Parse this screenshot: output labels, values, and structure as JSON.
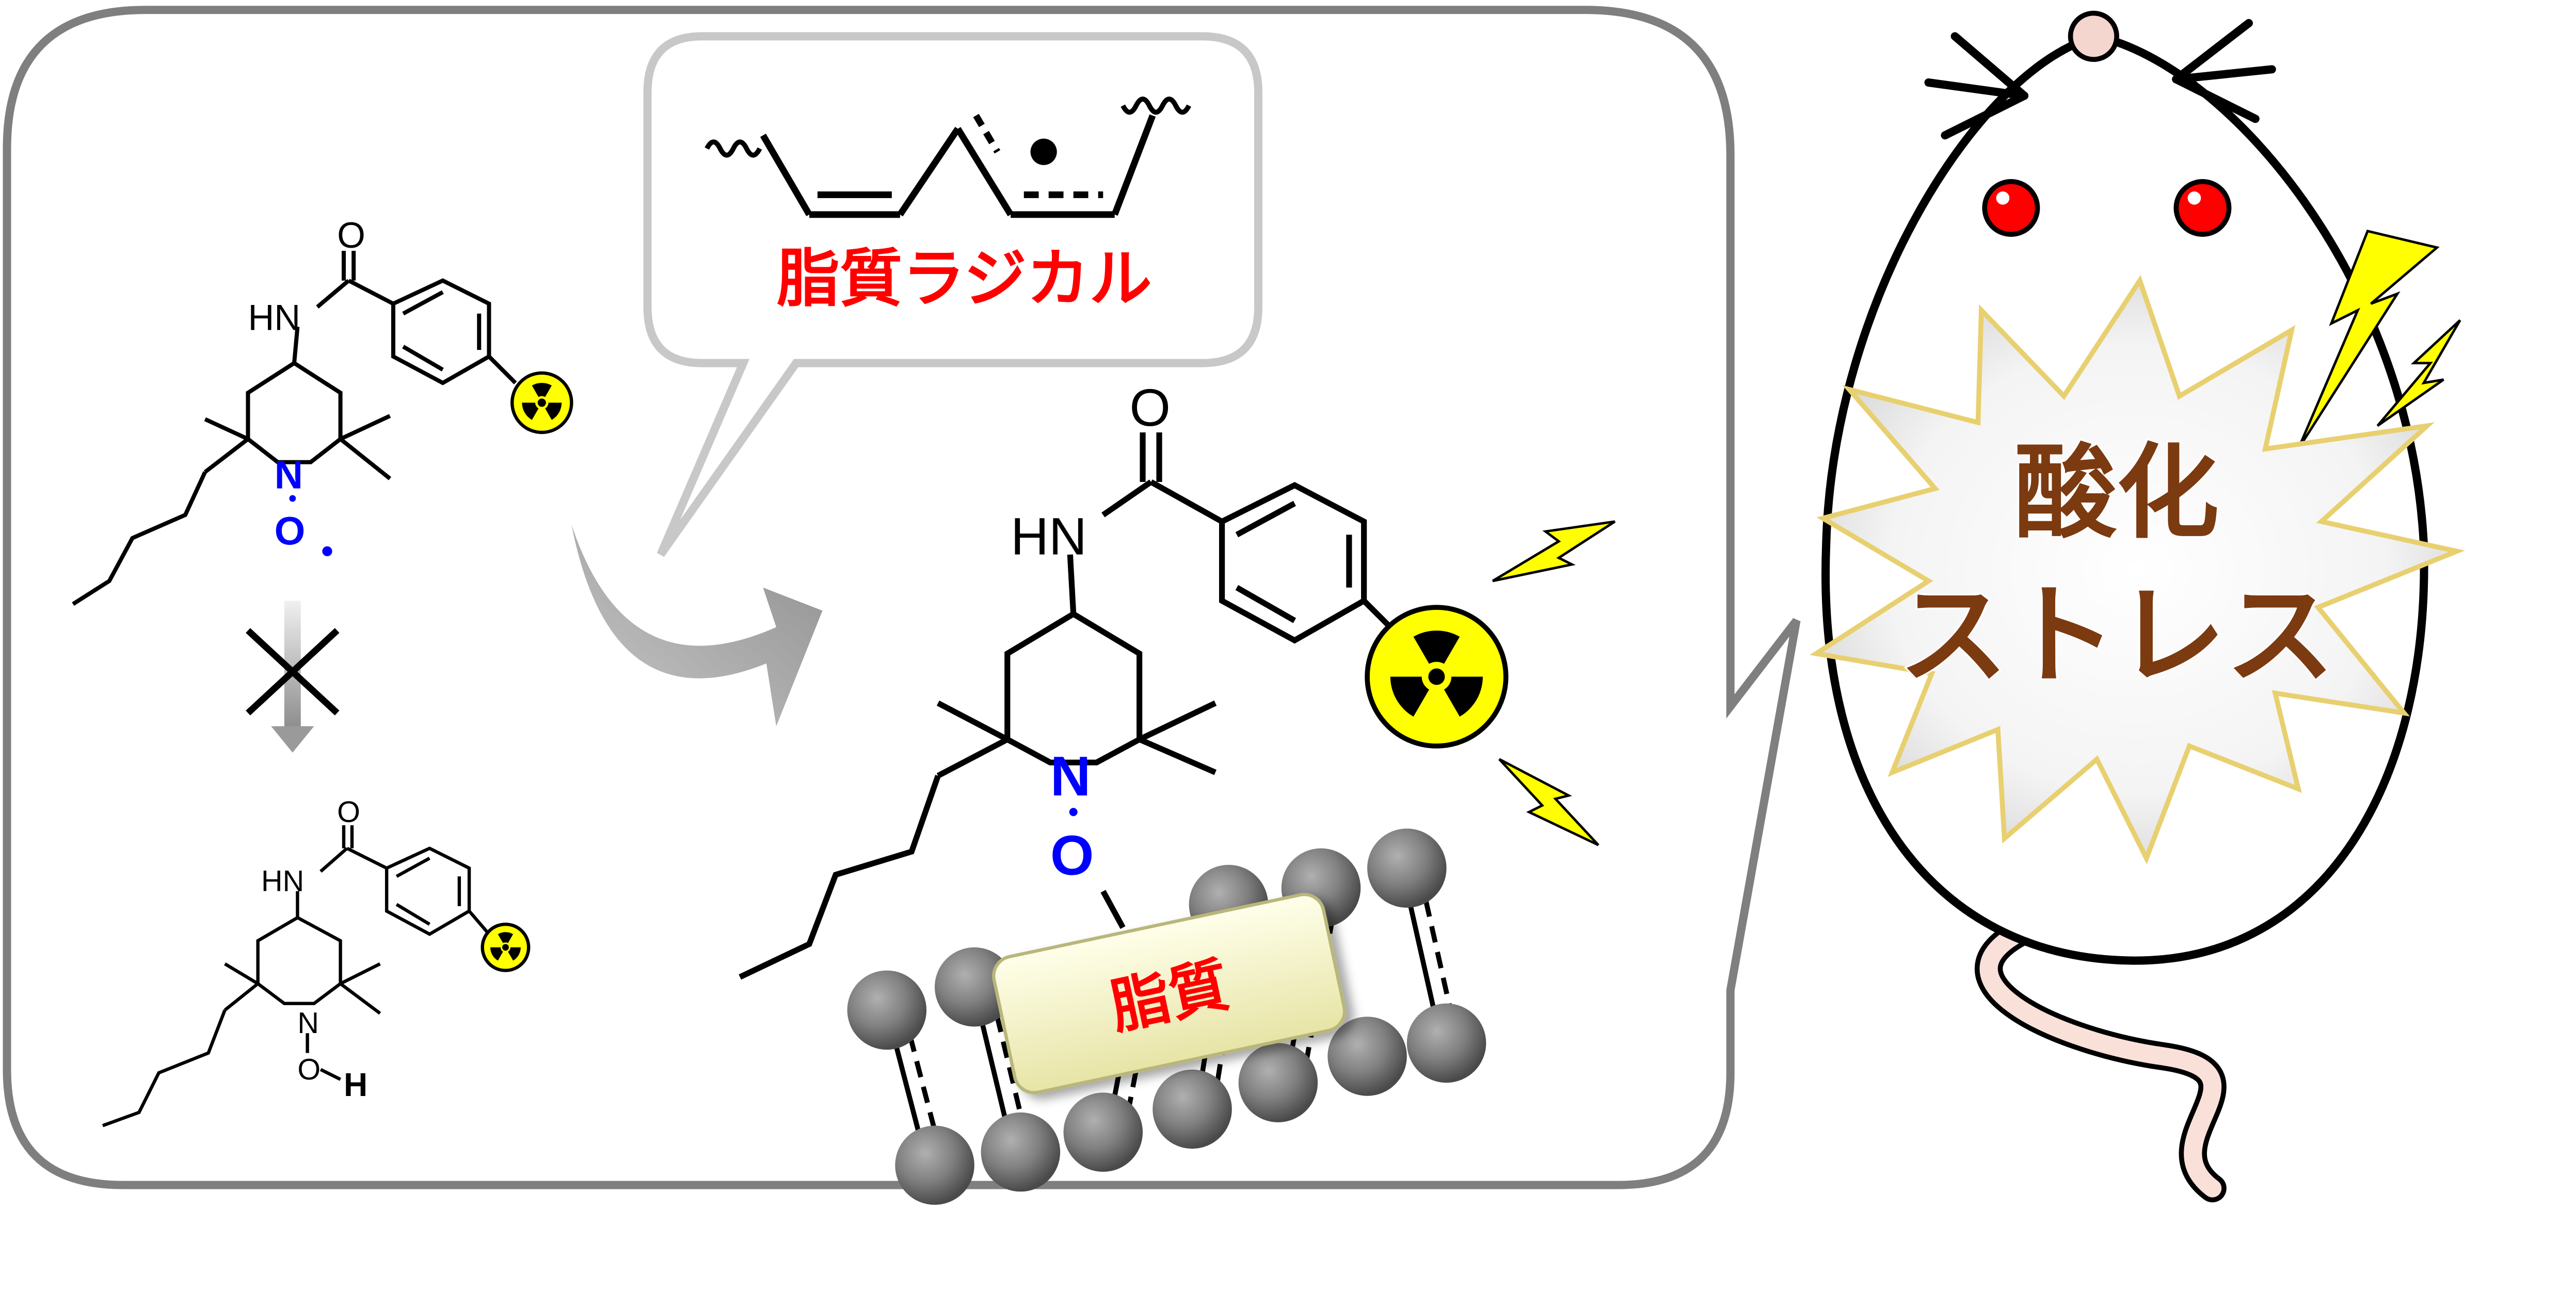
{
  "labels": {
    "lipid_radical": "脂質ラジカル",
    "lipid": "脂質",
    "oxidative_stress_line1": "酸化",
    "oxidative_stress_line2": "ストレス"
  },
  "atoms": {
    "O": "O",
    "HN": "HN",
    "N": "N",
    "O_radical": "O",
    "radical_dot": "•",
    "H": "H"
  },
  "icons": [
    "radiation-icon",
    "lightning-icon",
    "cross-mark-icon",
    "mouse-icon",
    "arrow-icon"
  ],
  "colors": {
    "radical_label": "#ff0000",
    "lipid_label": "#ff0000",
    "nitroxide": "#0000ff",
    "stress_text": "#7b3a10",
    "radiation_yellow": "#ffff00",
    "mouse_eye": "#ff0000",
    "bead_gray": "#808080",
    "panel_border": "#7f7f7f"
  }
}
